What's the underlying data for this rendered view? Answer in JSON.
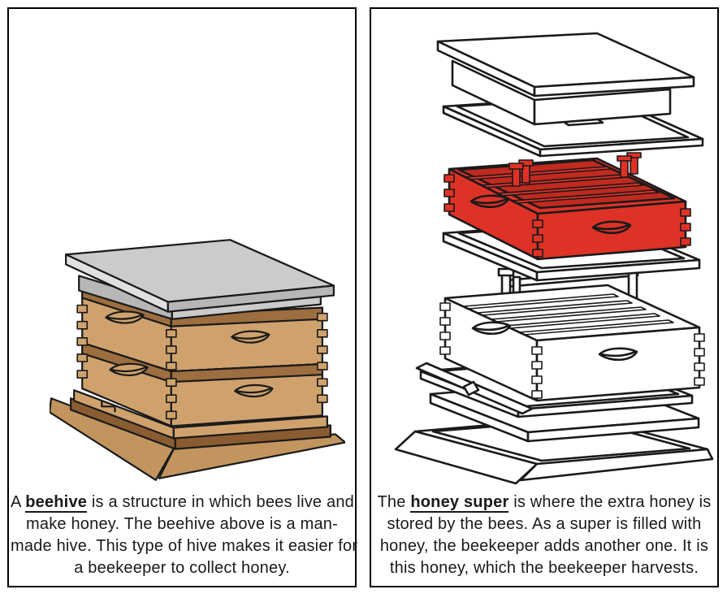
{
  "colors": {
    "ink": "#1a1a1a",
    "panel_border": "#000000",
    "paper": "#ffffff",
    "hive_tan": "#cfa26d",
    "hive_tan_dark": "#c2955f",
    "hive_brown": "#9c6e40",
    "hive_brown_dark": "#8a5c32",
    "lid_gray": "#cbcbcb",
    "lid_gray_light": "#e0e0e0",
    "lid_gray_side": "#b7b7b7",
    "super_red": "#de3227",
    "super_red_dark": "#c22a20"
  },
  "left_card": {
    "caption": {
      "lead": "A ",
      "term": "beehive",
      "line1_rest": " is a structure in which bees live and",
      "line2": "make honey. The beehive above is a man-",
      "line3": "made hive. This type of hive makes it easier for",
      "line4": "a beekeeper to collect honey."
    }
  },
  "right_card": {
    "caption": {
      "lead": "The ",
      "term": "honey super",
      "line1_rest": " is where the extra honey is",
      "line2": "stored by the bees. As a super is filled with",
      "line3": "honey, the beekeeper adds another one. It is",
      "line4": "this honey, which the beekeeper harvests."
    }
  }
}
